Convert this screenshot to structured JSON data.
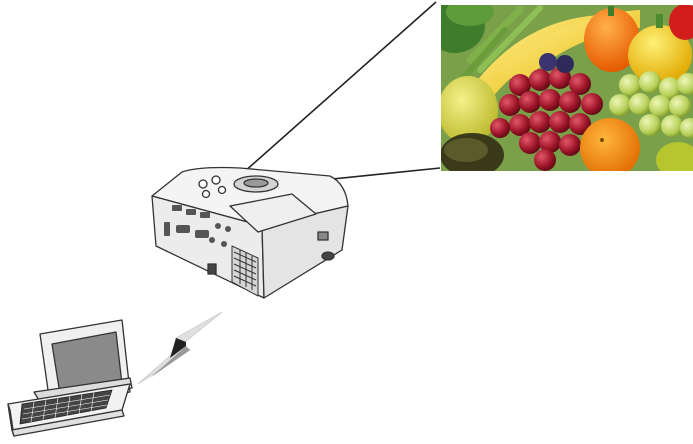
{
  "diagram": {
    "nodes": [
      {
        "id": "computer",
        "kind": "laptop-computer"
      },
      {
        "id": "projector",
        "kind": "projector"
      },
      {
        "id": "screen",
        "kind": "projected-image",
        "content": "fruit-and-vegetables-photo"
      }
    ],
    "links": [
      {
        "from": "computer",
        "to": "projector",
        "type": "wireless",
        "icon": "lightning-bolt-icon"
      },
      {
        "from": "projector",
        "to": "screen",
        "type": "projection-beam"
      }
    ],
    "colors": {
      "background": "#ffffff",
      "line": "#222222",
      "device_body": "#f2f2f2",
      "device_outline": "#333333",
      "bolt_light": "#d9d9d9",
      "bolt_dark": "#222222",
      "laptop_screen": "#8a8a8a"
    }
  }
}
